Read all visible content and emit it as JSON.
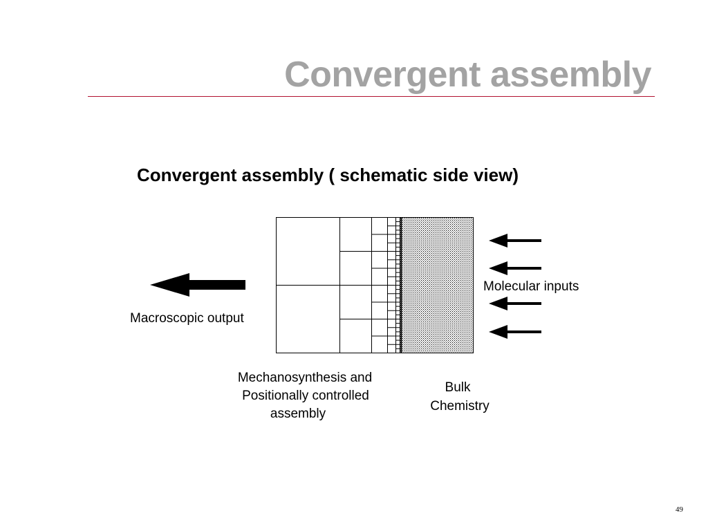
{
  "slide": {
    "title": "Convergent assembly",
    "page_number": "49"
  },
  "diagram": {
    "heading": "Convergent assembly ( schematic side view)",
    "labels": {
      "output": "Macroscopic output",
      "inputs": "Molecular inputs",
      "mechanosynthesis": [
        "Mechanosynthesis and",
        "Positionally controlled",
        "assembly"
      ],
      "bulk": [
        "Bulk",
        "Chemistry"
      ]
    },
    "colors": {
      "title": "#a3a3a3",
      "rule": "#b2102f",
      "lines": "#000000"
    }
  }
}
